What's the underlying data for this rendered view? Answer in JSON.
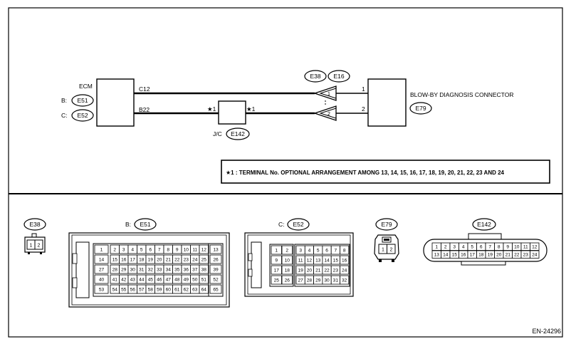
{
  "ecm": {
    "label": "ECM",
    "b_prefix": "B:",
    "b_code": "E51",
    "c_prefix": "C:",
    "c_code": "E52",
    "pin_c12": "C12",
    "pin_b22": "B22"
  },
  "connectors_top": {
    "code1": "E38",
    "code2": "E16",
    "pin1": "1",
    "pin2": "2"
  },
  "jc": {
    "label": "J/C",
    "code": "E142",
    "mark_left": "★1",
    "mark_right": "★1"
  },
  "blowby": {
    "label": "BLOW-BY DIAGNOSIS CONNECTOR",
    "code": "E79",
    "pin1": "1",
    "pin2": "2"
  },
  "note": {
    "text": "★1 : TERMINAL No. OPTIONAL ARRANGEMENT AMONG 13, 14, 15, 16, 17, 18, 19, 20, 21, 22, 23 AND 24"
  },
  "views": {
    "e38": {
      "code": "E38",
      "pins": [
        "1",
        "2"
      ]
    },
    "e51": {
      "prefix": "B:",
      "code": "E51",
      "rows": [
        [
          "1",
          "2",
          "3",
          "4",
          "5",
          "6",
          "7",
          "8",
          "9",
          "10",
          "11",
          "12",
          "13"
        ],
        [
          "14",
          "15",
          "16",
          "17",
          "18",
          "19",
          "20",
          "21",
          "22",
          "23",
          "24",
          "25",
          "26"
        ],
        [
          "27",
          "28",
          "29",
          "30",
          "31",
          "32",
          "33",
          "34",
          "35",
          "36",
          "37",
          "38",
          "39"
        ],
        [
          "40",
          "41",
          "42",
          "43",
          "44",
          "45",
          "46",
          "47",
          "48",
          "49",
          "50",
          "51",
          "52"
        ],
        [
          "53",
          "54",
          "55",
          "56",
          "57",
          "58",
          "59",
          "60",
          "61",
          "62",
          "63",
          "64",
          "65"
        ]
      ]
    },
    "e52": {
      "prefix": "C:",
      "code": "E52",
      "rows": [
        [
          "1",
          "2",
          "3",
          "4",
          "5",
          "6",
          "7",
          "8"
        ],
        [
          "9",
          "10",
          "11",
          "12",
          "13",
          "14",
          "15",
          "16"
        ],
        [
          "17",
          "18",
          "19",
          "20",
          "21",
          "22",
          "23",
          "24"
        ],
        [
          "25",
          "26",
          "27",
          "28",
          "29",
          "30",
          "31",
          "32"
        ]
      ]
    },
    "e79": {
      "code": "E79",
      "pins": [
        "1",
        "2"
      ]
    },
    "e142": {
      "code": "E142",
      "rows": [
        [
          "1",
          "2",
          "3",
          "4",
          "5",
          "6",
          "7",
          "8",
          "9",
          "10",
          "11",
          "12"
        ],
        [
          "13",
          "14",
          "15",
          "16",
          "17",
          "18",
          "19",
          "20",
          "21",
          "22",
          "23",
          "24"
        ]
      ]
    }
  },
  "figure_id": "EN-24296"
}
